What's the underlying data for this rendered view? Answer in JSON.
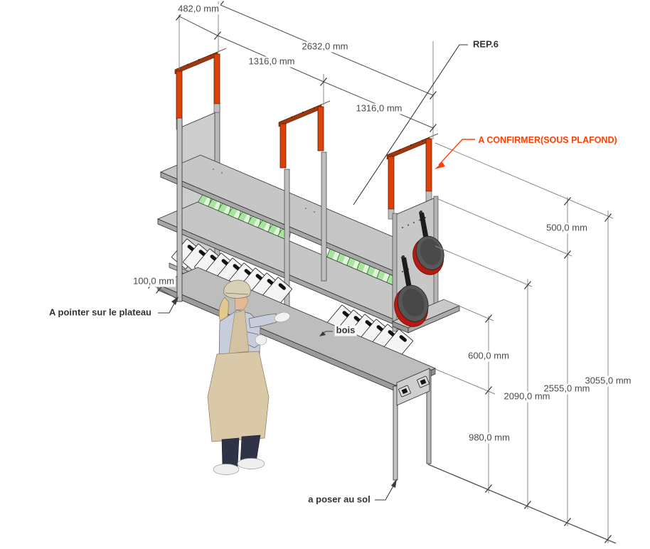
{
  "labels": {
    "rep6": "REP.6",
    "a_confirmer": "A CONFIRMER(SOUS PLAFOND)",
    "pointer_plateau": "A pointer sur le plateau",
    "bois": "bois",
    "poser_sol": "a poser au sol"
  },
  "dimensions": {
    "d482": "482,0 mm",
    "d2632": "2632,0 mm",
    "d1316_left": "1316,0 mm",
    "d1316_right": "1316,0 mm",
    "d500": "500,0 mm",
    "d100": "100,0 mm",
    "d600": "600,0 mm",
    "d980": "980,0 mm",
    "d2090": "2090,0 mm",
    "d2555": "2555,0 mm",
    "d3055": "3055,0 mm"
  },
  "colors": {
    "annotation_orange": "#FF4000",
    "bracket_orange": "#D84310",
    "structure_gray": "#C8C8C8",
    "plate_green": "#A9E3A0",
    "dimension_text": "#4A4A4A"
  }
}
